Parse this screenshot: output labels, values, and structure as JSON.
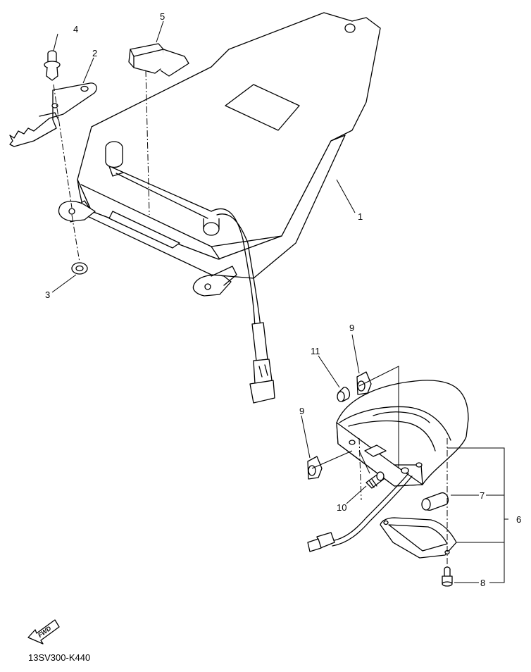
{
  "diagram": {
    "code": "13SV300-K440",
    "fwd_label": "FWD",
    "callouts": {
      "c1": "1",
      "c2": "2",
      "c3": "3",
      "c4": "4",
      "c5": "5",
      "c6": "6",
      "c7": "7",
      "c8": "8",
      "c9a": "9",
      "c9b": "9",
      "c10": "10",
      "c11": "11"
    }
  }
}
